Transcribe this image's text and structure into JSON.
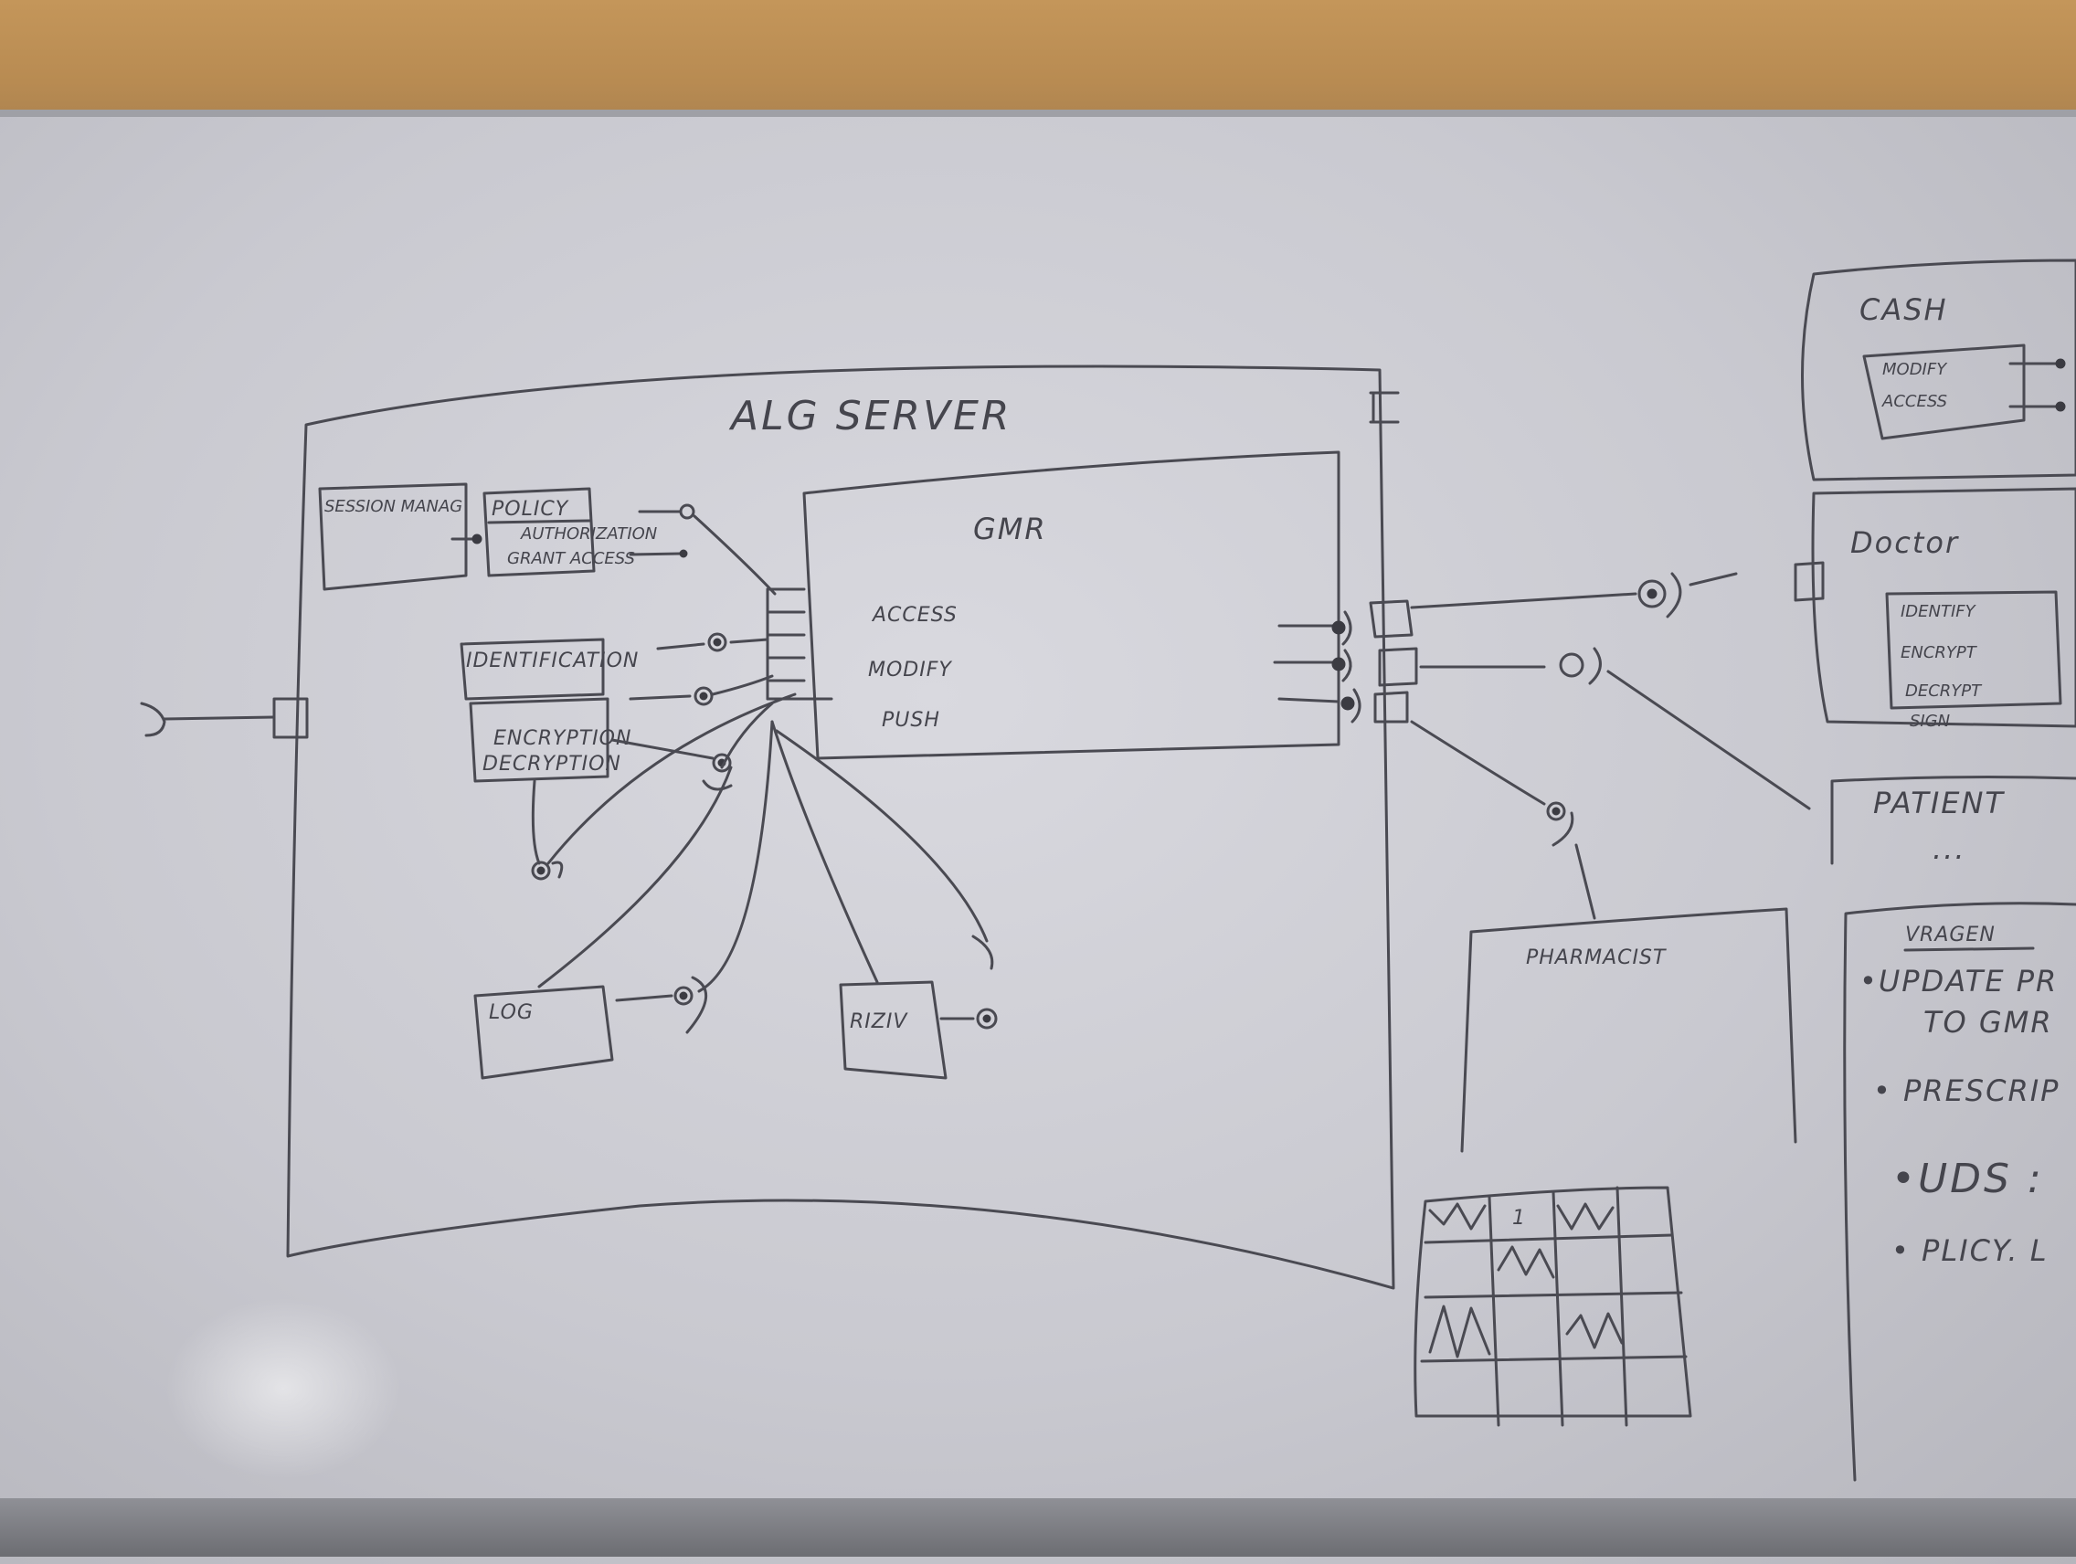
{
  "server": {
    "title": "ALG SERVER",
    "session_manager": "SESSION MANAG",
    "policy": {
      "title": "POLICY",
      "items": [
        "AUTHORIZATION",
        "GRANT ACCESS"
      ]
    },
    "identification": "IDENTIFICATION",
    "encryption": [
      "ENCRYPTION",
      "DECRYPTION"
    ],
    "log": "LOG",
    "riziv": "RIZIV",
    "gmr": {
      "title": "GMR",
      "items": [
        "ACCESS",
        "MODIFY",
        "PUSH"
      ]
    }
  },
  "cash": {
    "title": "CASH",
    "items": [
      "MODIFY",
      "ACCESS"
    ]
  },
  "doctor": {
    "title": "Doctor",
    "items": [
      "IDENTIFY",
      "ENCRYPT",
      "DECRYPT",
      "SIGN"
    ]
  },
  "patient": {
    "title": "PATIENT",
    "ellipsis": "..."
  },
  "pharmacist": {
    "title": "PHARMACIST"
  },
  "questions": {
    "title": "VRAGEN",
    "items": [
      "•UPDATE PR",
      "TO GMR",
      "• PRESCRIP",
      "•UDS :",
      "• PLICY. L"
    ]
  }
}
